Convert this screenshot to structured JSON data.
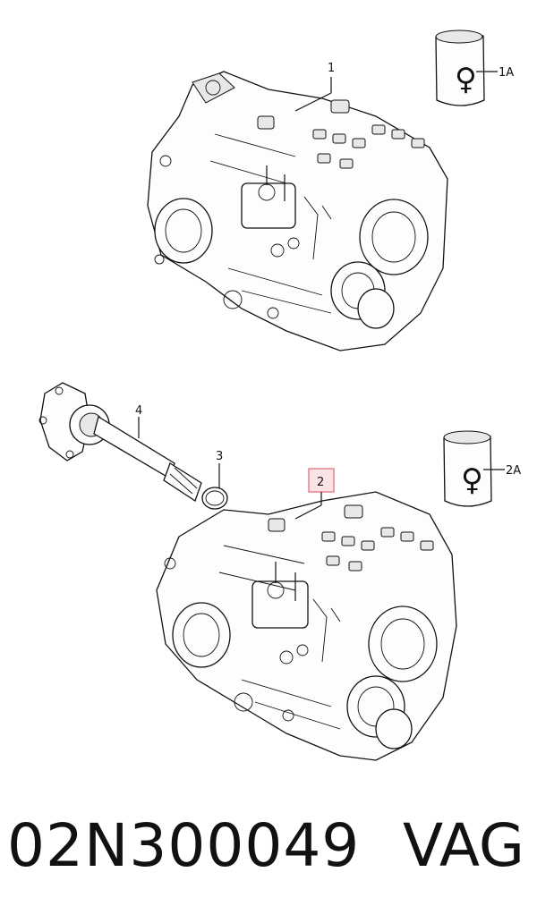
{
  "callouts": {
    "c1": "1",
    "c1a": "1A",
    "c2": "2",
    "c2a": "2A",
    "c3": "3",
    "c4": "4"
  },
  "footer": {
    "part_number": "02N300049",
    "brand": "VAG"
  },
  "colors": {
    "highlight_box": "#e07a8a",
    "line": "#111111"
  }
}
